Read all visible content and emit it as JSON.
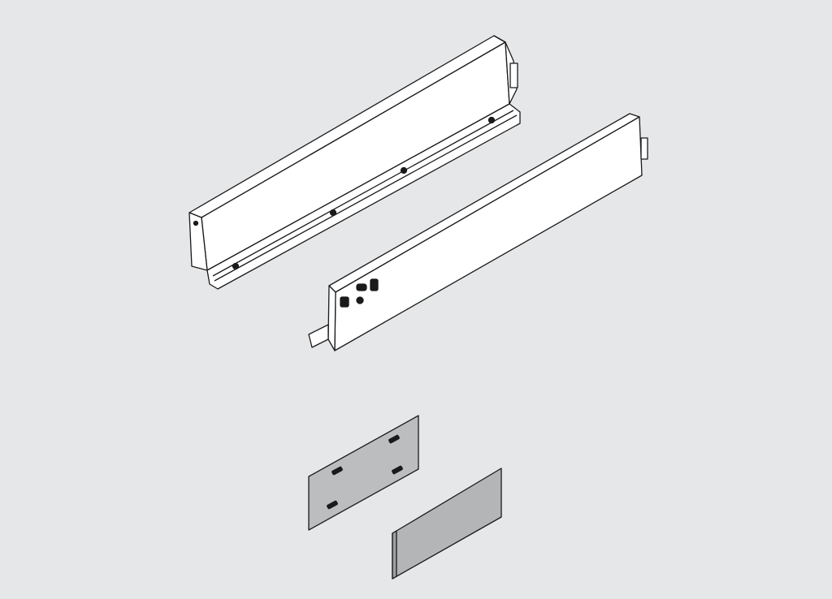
{
  "colors": {
    "background": "#e6e7e9",
    "part_fill": "#ffffff",
    "outline": "#1a1a1a",
    "back_panel_fill": "#bcbdbf",
    "bottom_panel_fill": "#b4b5b7"
  },
  "parts": [
    {
      "id": "left-drawer-side"
    },
    {
      "id": "right-drawer-side"
    },
    {
      "id": "back-panel-bracket"
    },
    {
      "id": "back-panel"
    }
  ]
}
